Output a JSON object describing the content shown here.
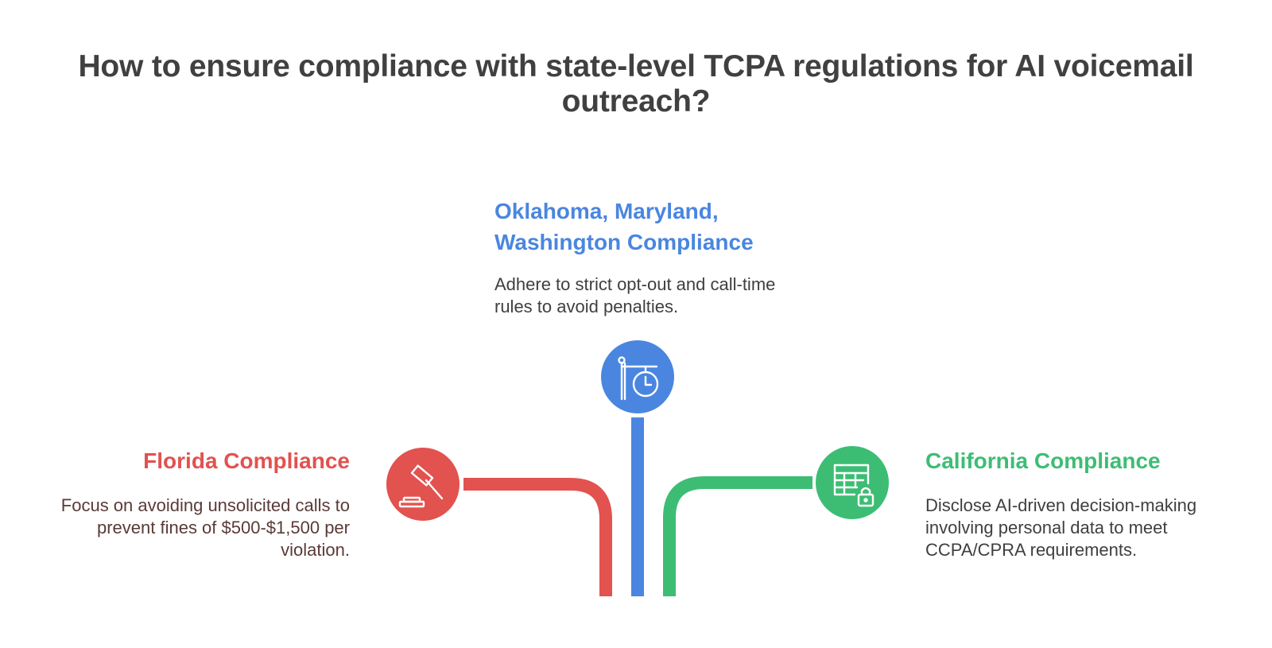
{
  "title": "How to ensure compliance with state-level TCPA regulations for AI voicemail outreach?",
  "items": {
    "center": {
      "heading": "Oklahoma, Maryland, Washington Compliance",
      "description": "Adhere to strict opt-out and call-time rules to avoid penalties.",
      "color": "#4a86e0",
      "icon": "signpost-clock-icon"
    },
    "left": {
      "heading": "Florida Compliance",
      "description": "Focus on avoiding unsolicited calls to prevent fines of $500-$1,500 per violation.",
      "color": "#e2524f",
      "icon": "gavel-icon"
    },
    "right": {
      "heading": "California Compliance",
      "description": "Disclose AI-driven decision-making involving personal data to meet CCPA/CPRA requirements.",
      "color": "#3dbd74",
      "icon": "table-lock-icon"
    }
  }
}
